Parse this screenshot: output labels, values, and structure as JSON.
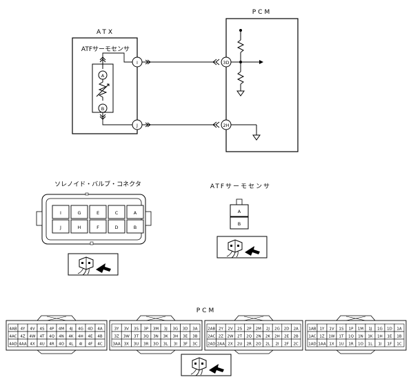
{
  "wiring": {
    "pcm_label": "PCM",
    "atx_label": "ATX",
    "sensor_label": "ATFサーモセンサ",
    "pin_i": "I",
    "pin_j": "J",
    "pin_a": "A",
    "pin_b": "B",
    "pin_3d": "3D",
    "pin_2h": "2H"
  },
  "solenoid_connector": {
    "title": "ソレノイド・バルブ・コネクタ",
    "rows": [
      [
        "I",
        "G",
        "E",
        "C",
        "A"
      ],
      [
        "J",
        "H",
        "F",
        "D",
        "B"
      ]
    ]
  },
  "atf_connector": {
    "title": "ATFサーモセンサ",
    "pins": [
      "A",
      "B"
    ]
  },
  "pcm_connector": {
    "title": "PCM",
    "blocks": [
      [
        [
          "4AB",
          "4Y",
          "4V",
          "4S",
          "4P",
          "4M",
          "4J",
          "4G",
          "4D",
          "4A"
        ],
        [
          "4AC",
          "4Z",
          "4W",
          "4T",
          "4Q",
          "4N",
          "4K",
          "4H",
          "4E",
          "4B"
        ],
        [
          "4AD",
          "4AA",
          "4X",
          "4U",
          "4R",
          "4O",
          "4L",
          "4I",
          "4F",
          "4C"
        ]
      ],
      [
        [
          "3Y",
          "3V",
          "3S",
          "3P",
          "3M",
          "3J",
          "3G",
          "3D",
          "3A"
        ],
        [
          "3Z",
          "3W",
          "3T",
          "3Q",
          "3N",
          "3K",
          "3H",
          "3E",
          "3B"
        ],
        [
          "3AA",
          "3X",
          "3U",
          "3R",
          "3O",
          "3L",
          "3I",
          "3F",
          "3C"
        ]
      ],
      [
        [
          "2AB",
          "2Y",
          "2V",
          "2S",
          "2P",
          "2M",
          "2J",
          "2G",
          "2D",
          "2A"
        ],
        [
          "2AC",
          "2Z",
          "2W",
          "2T",
          "2Q",
          "2N",
          "2K",
          "2H",
          "2E",
          "2B"
        ],
        [
          "2AD",
          "2AA",
          "2X",
          "2U",
          "2R",
          "2O",
          "2L",
          "2I",
          "2F",
          "2C"
        ]
      ],
      [
        [
          "1AB",
          "1Y",
          "1V",
          "1S",
          "1P",
          "1M",
          "1J",
          "1G",
          "1D",
          "1A"
        ],
        [
          "1AC",
          "1Z",
          "1W",
          "1T",
          "1Q",
          "1N",
          "1K",
          "1H",
          "1E",
          "1B"
        ],
        [
          "1AD",
          "1AA",
          "1X",
          "1U",
          "1R",
          "1O",
          "1L",
          "1I",
          "1F",
          "1C"
        ]
      ]
    ]
  }
}
